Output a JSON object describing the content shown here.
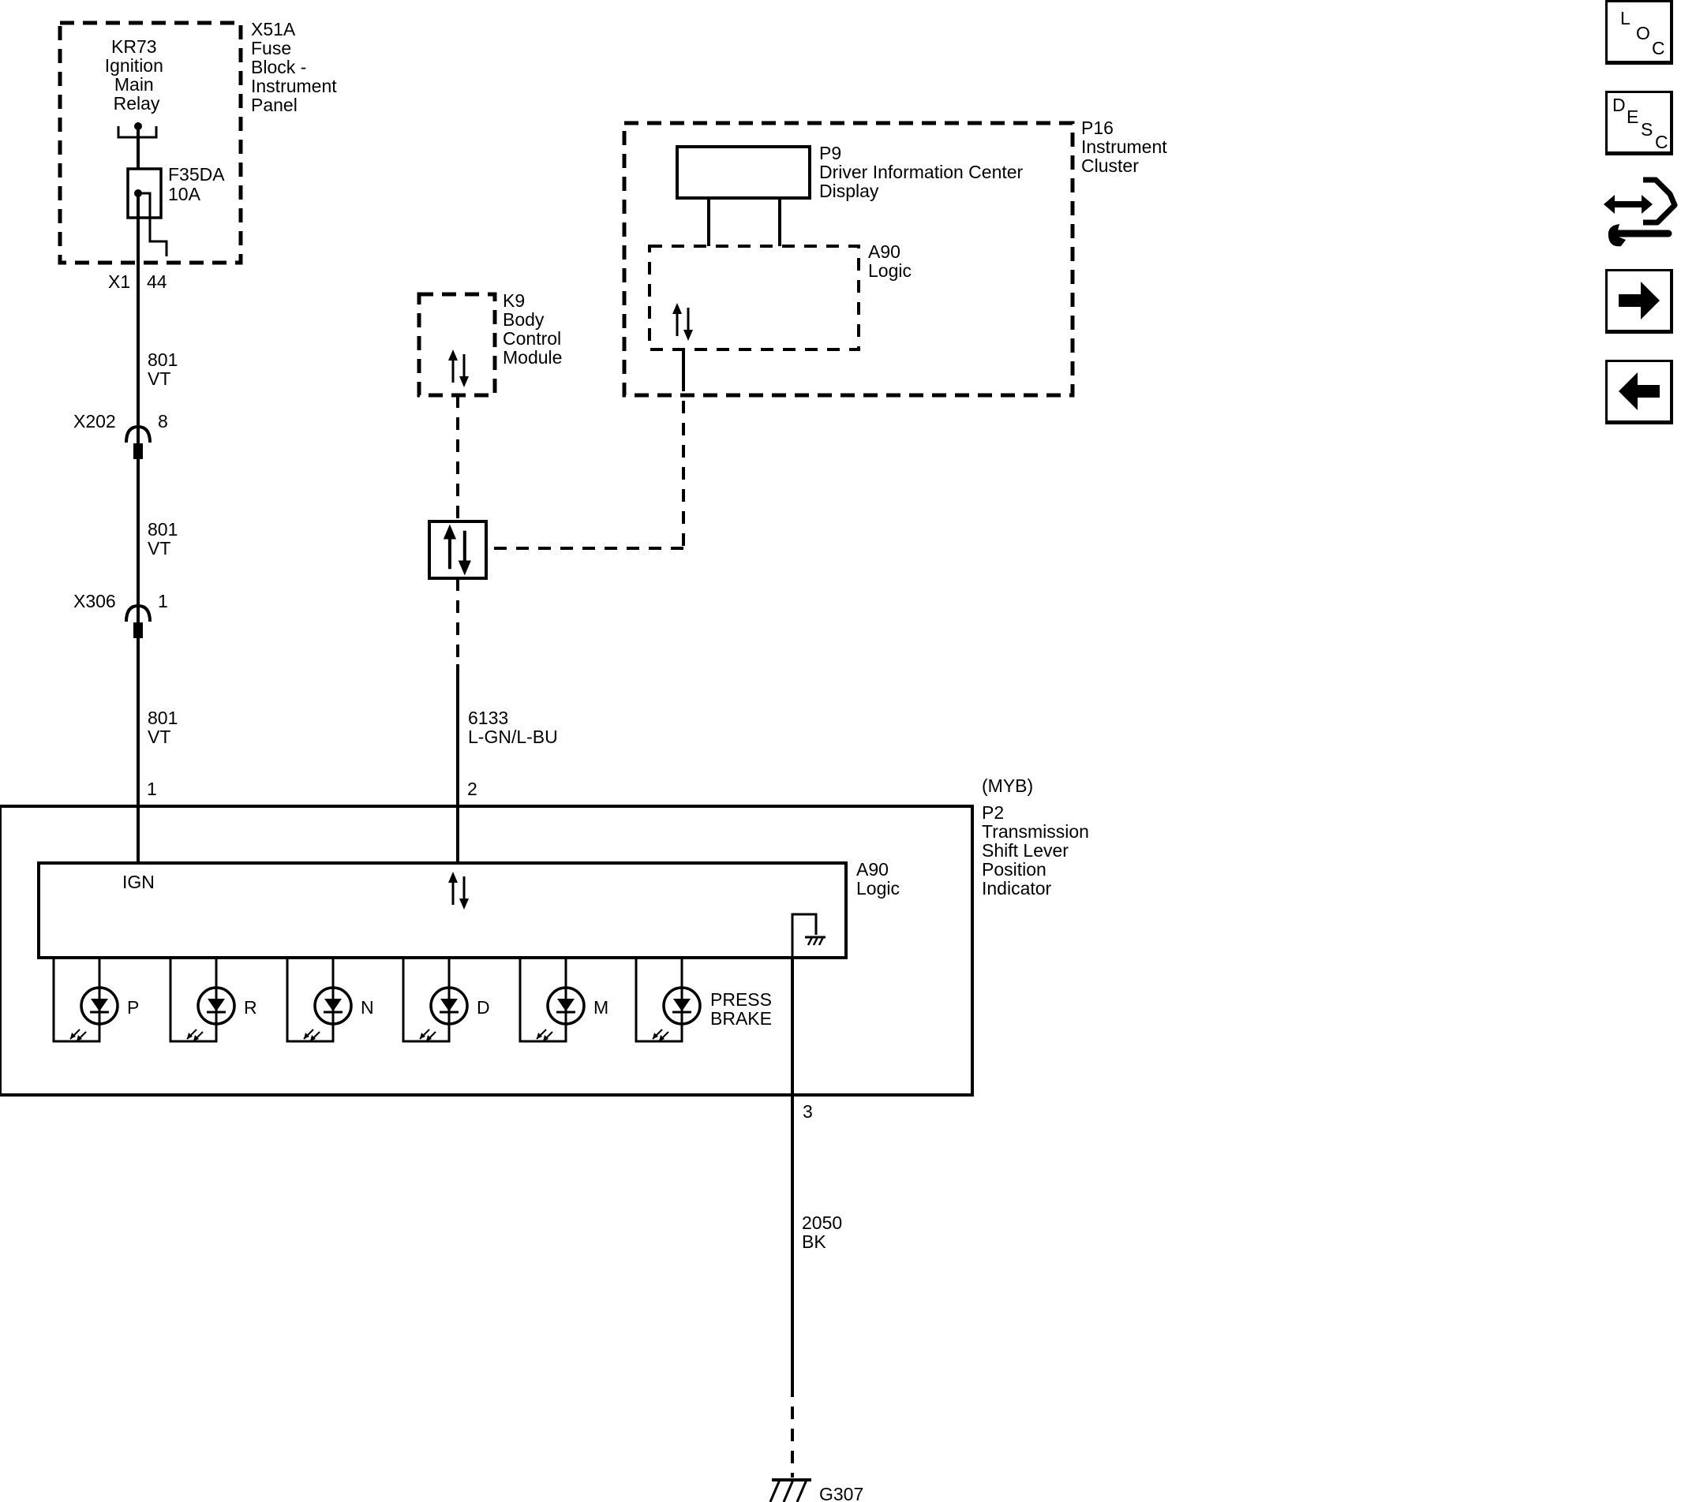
{
  "fuse_block": {
    "relay_lines": [
      "KR73",
      "Ignition",
      "Main",
      "Relay"
    ],
    "block_lines": [
      "X51A",
      "Fuse",
      "Block -",
      "Instrument",
      "Panel"
    ],
    "fuse_lines": [
      "F35DA",
      "10A"
    ],
    "connector": "X1",
    "pin": "44"
  },
  "wires": {
    "w1_lines": [
      "801",
      "VT"
    ],
    "w2_lines": [
      "801",
      "VT"
    ],
    "w3_lines": [
      "801",
      "VT"
    ],
    "data_wire_lines": [
      "6133",
      "L-GN/L-BU"
    ],
    "ground_wire_lines": [
      "2050",
      "BK"
    ]
  },
  "connectors": {
    "x202": "X202",
    "x202_pin": "8",
    "x306": "X306",
    "x306_pin": "1"
  },
  "body_control_module": {
    "lines": [
      "K9",
      "Body",
      "Control",
      "Module"
    ]
  },
  "instrument_cluster": {
    "lines": [
      "P16",
      "Instrument",
      "Cluster"
    ],
    "display_lines": [
      "P9",
      "Driver Information Center",
      "Display"
    ],
    "logic_lines": [
      "A90",
      "Logic"
    ]
  },
  "shift_indicator": {
    "option": "(MYB)",
    "lines": [
      "P2",
      "Transmission",
      "Shift Lever",
      "Position",
      "Indicator"
    ],
    "logic_lines": [
      "A90",
      "Logic"
    ],
    "ign_label": "IGN",
    "pin1": "1",
    "pin2": "2",
    "pin3": "3",
    "leds": [
      "P",
      "R",
      "N",
      "D",
      "M"
    ],
    "press_brake_lines": [
      "PRESS",
      "BRAKE"
    ]
  },
  "ground": {
    "label": "G307"
  },
  "side_nav": {
    "loc": [
      "L",
      "O",
      "C"
    ],
    "desc": [
      "D",
      "E",
      "S",
      "C"
    ]
  }
}
